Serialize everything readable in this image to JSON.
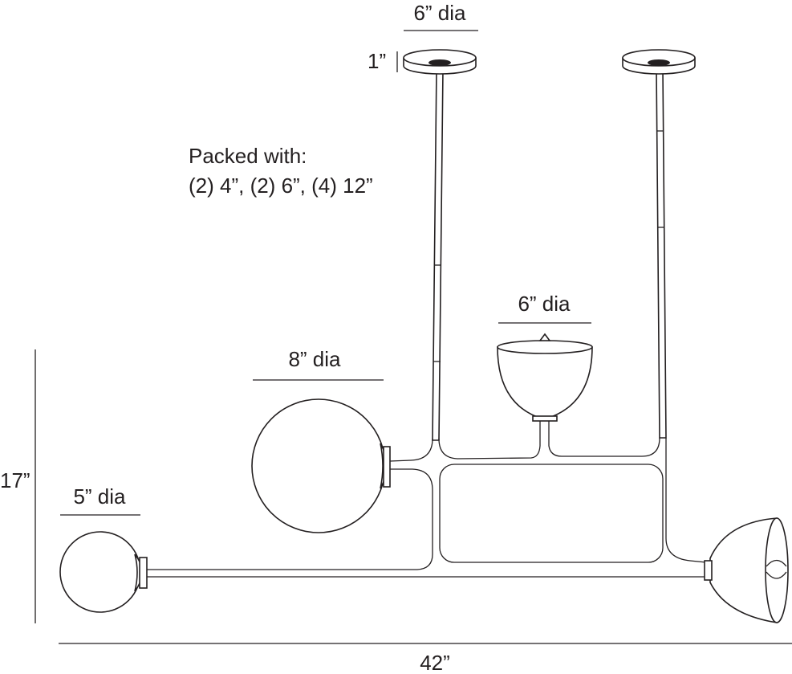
{
  "labels": {
    "canopy_dia": "6” dia",
    "canopy_height": "1”",
    "packed_title": "Packed with:",
    "packed_rods": "(2) 4”, (2) 6”, (4) 12”",
    "bowl_dia": "6” dia",
    "large_globe_dia": "8” dia",
    "small_globe_dia": "5” dia",
    "overall_height": "17”",
    "overall_width": "42”"
  },
  "colors": {
    "line": "#231f20",
    "background": "#ffffff"
  }
}
